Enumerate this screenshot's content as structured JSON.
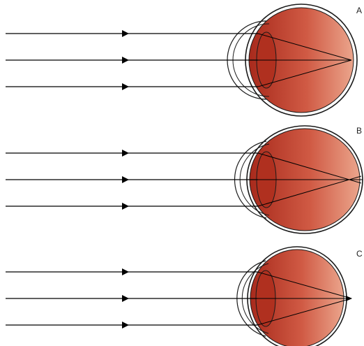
{
  "panels": [
    {
      "label": "A",
      "focus_state": "on-retina"
    },
    {
      "label": "B",
      "focus_state": "in-front-of-retina"
    },
    {
      "label": "C",
      "focus_state": "behind-retina"
    }
  ],
  "colors": {
    "ray": "#000000",
    "eye_outline": "#1a1a1a",
    "eye_inner_dark": "#a82a1c",
    "eye_inner_light": "#e89a80",
    "lens_fill": "#b0301f"
  },
  "ray_count_per_panel": 3
}
